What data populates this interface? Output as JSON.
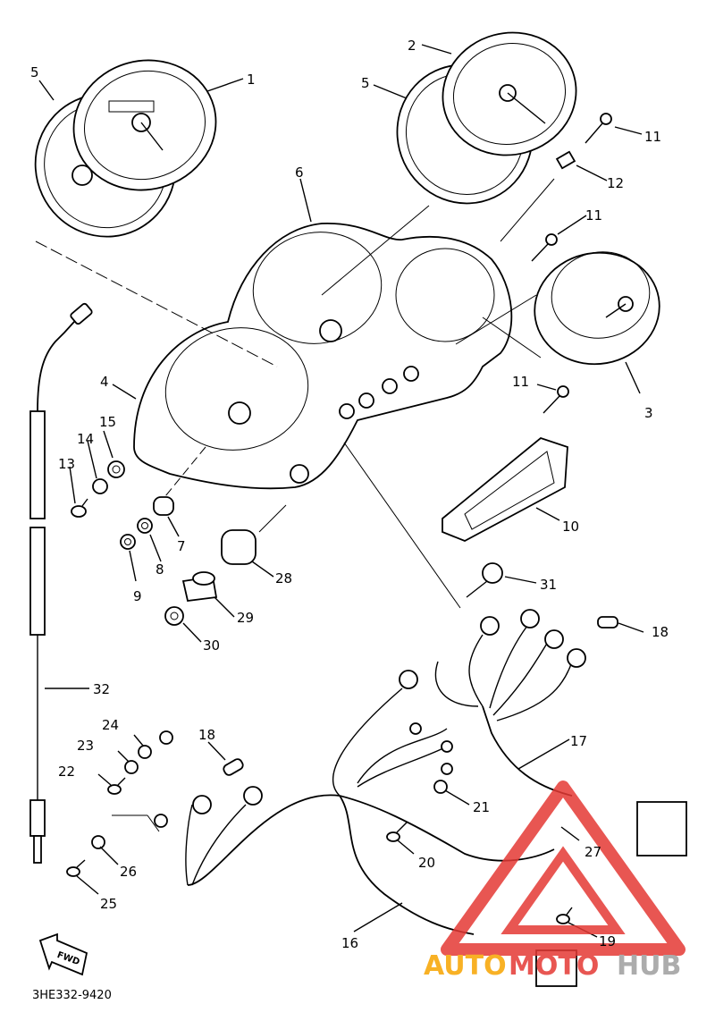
{
  "diagram": {
    "part_labels": [
      "1",
      "2",
      "3",
      "4",
      "5",
      "5",
      "6",
      "7",
      "8",
      "9",
      "10",
      "11",
      "11",
      "11",
      "12",
      "13",
      "14",
      "15",
      "16",
      "17",
      "18",
      "18",
      "19",
      "20",
      "21",
      "22",
      "23",
      "24",
      "25",
      "26",
      "27",
      "28",
      "29",
      "30",
      "31",
      "32"
    ],
    "drawing_code": "3HE332-9420",
    "direction_arrow": "FWD"
  },
  "watermark": {
    "text_auto": "AUTO",
    "text_moto": "MOTO",
    "text_hub": "HUB",
    "color_red": "#e53935",
    "color_orange": "#f7a400",
    "color_gray": "#9e9e9e"
  }
}
